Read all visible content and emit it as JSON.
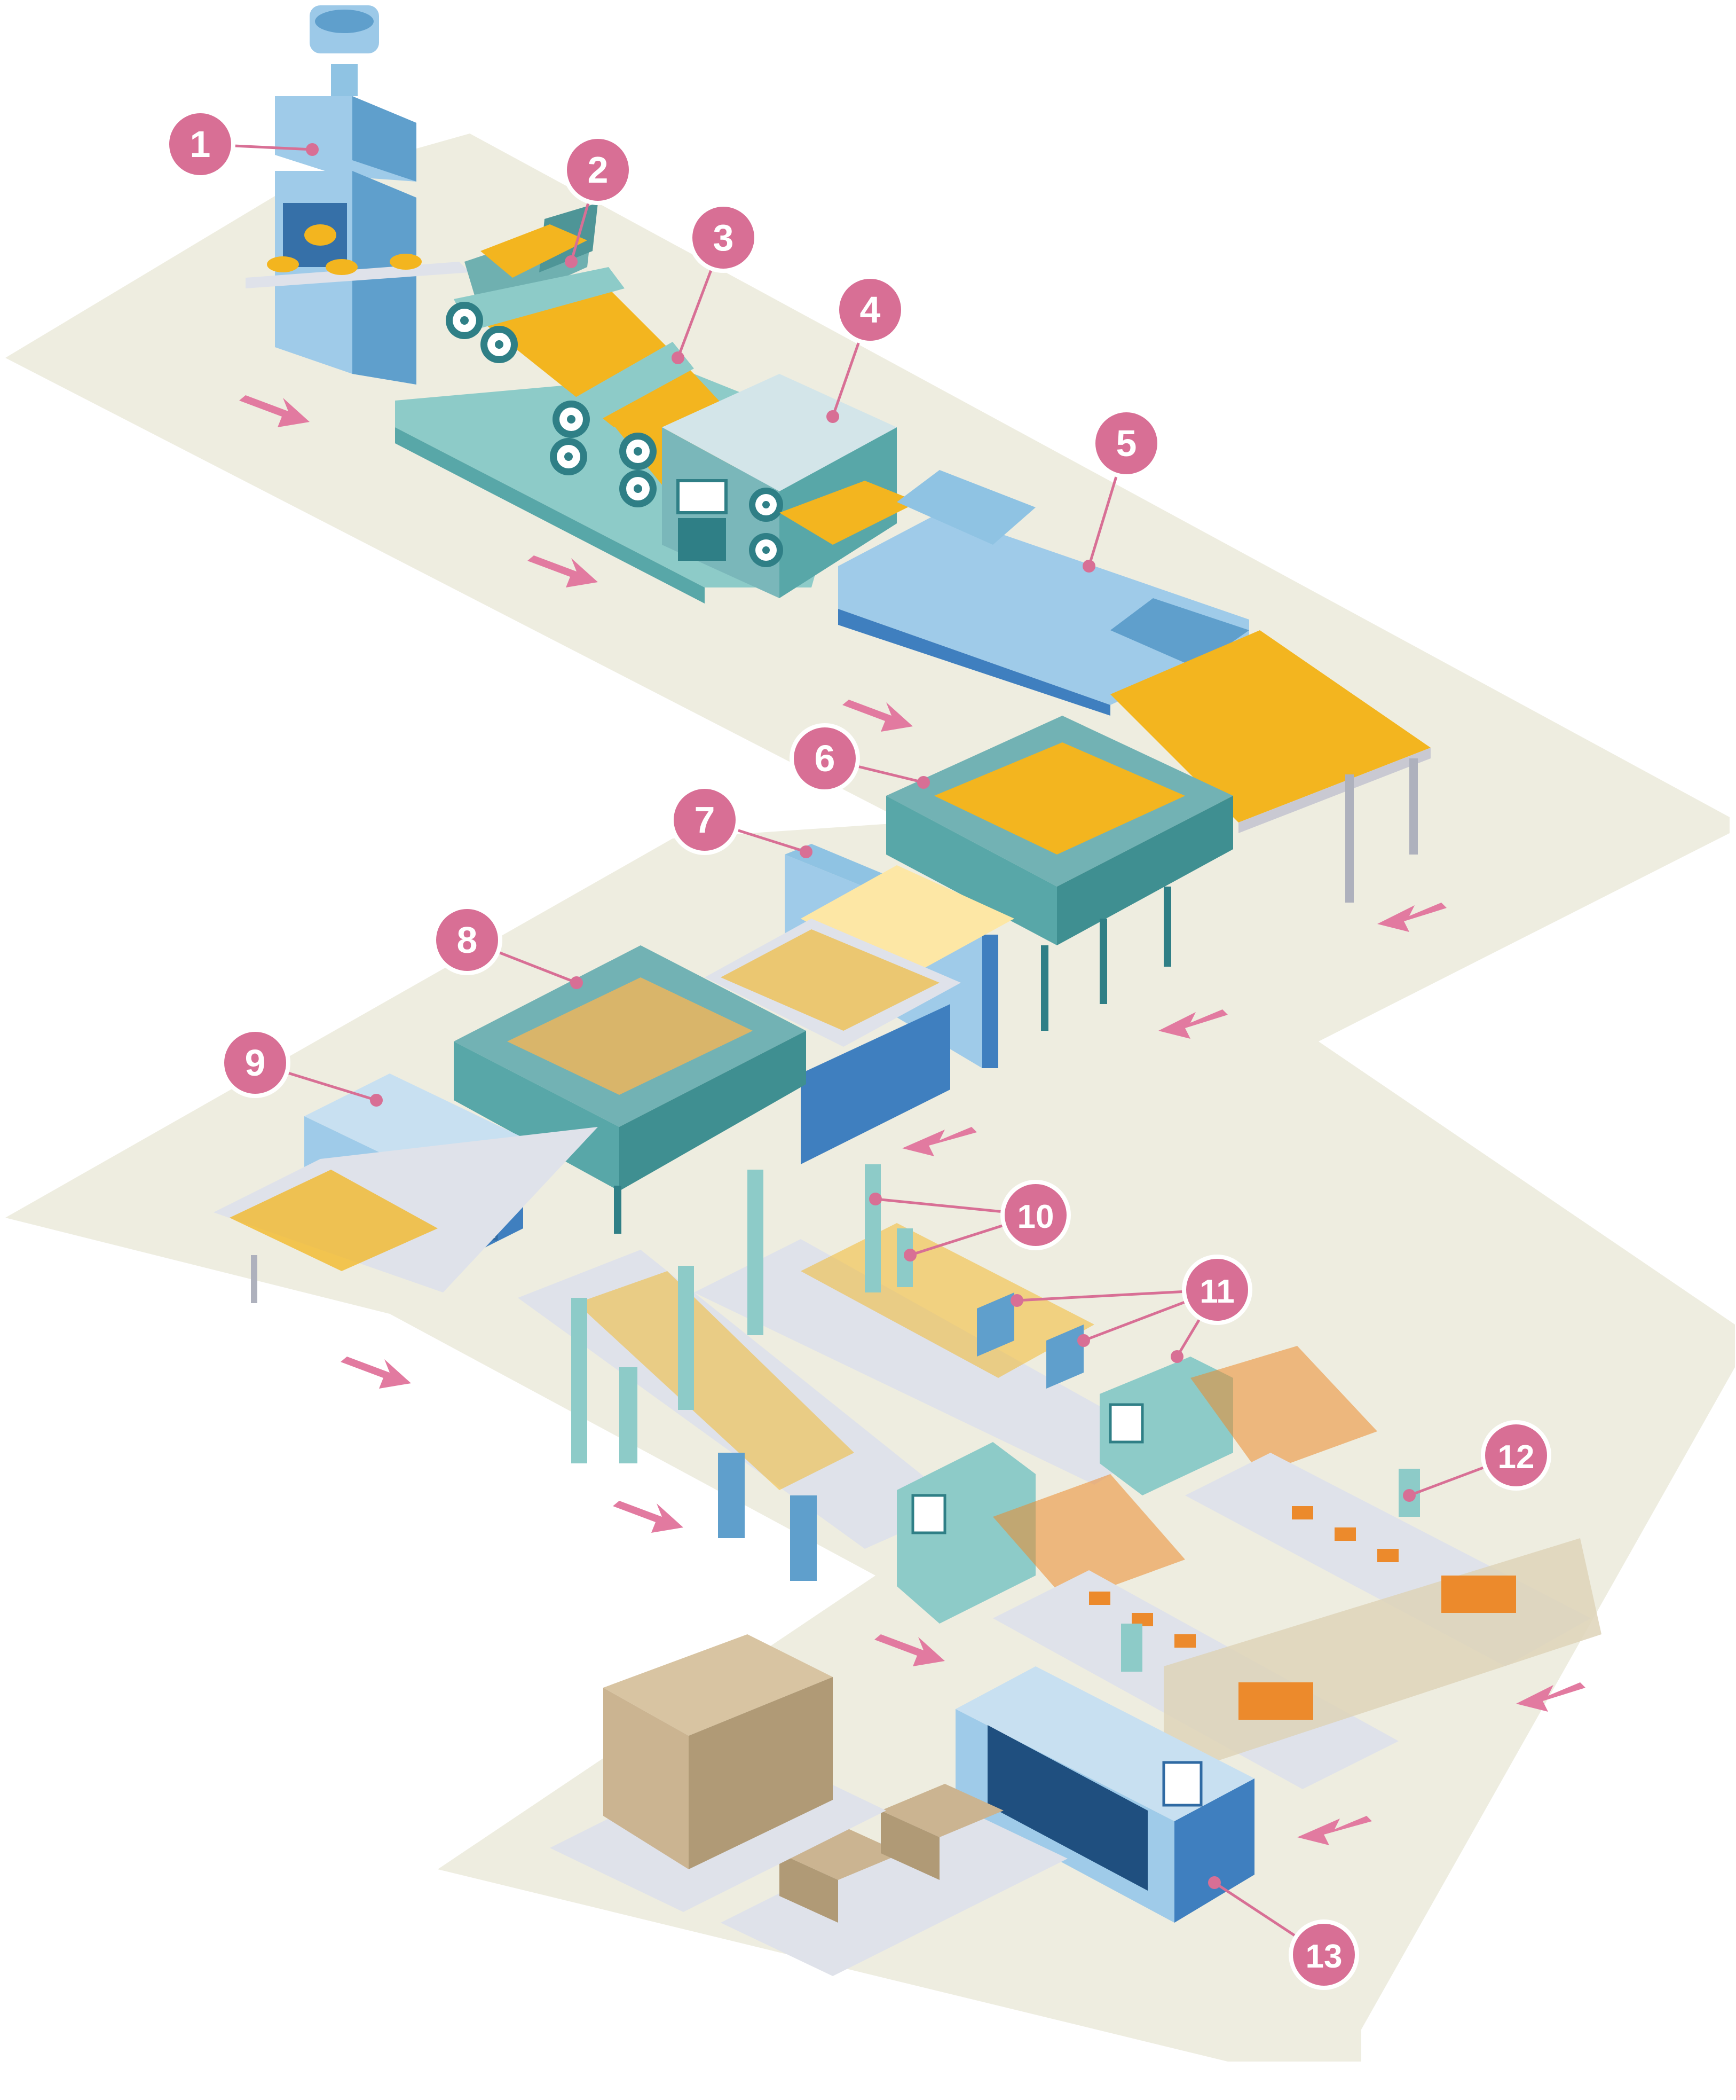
{
  "diagram": {
    "callouts": [
      {
        "label": "1",
        "target": "dough-mixer"
      },
      {
        "label": "2",
        "target": "dough-feeder"
      },
      {
        "label": "3",
        "target": "compound-rollers"
      },
      {
        "label": "4",
        "target": "cutter-slitter"
      },
      {
        "label": "5",
        "target": "steamer"
      },
      {
        "label": "6",
        "target": "fryer"
      },
      {
        "label": "7",
        "target": "cutting-conveyor"
      },
      {
        "label": "8",
        "target": "molding-fryer"
      },
      {
        "label": "9",
        "target": "cooling-tunnel"
      },
      {
        "label": "10",
        "target": "seasoning-sensors"
      },
      {
        "label": "11",
        "target": "packaging-machines"
      },
      {
        "label": "12",
        "target": "packet-inspection"
      },
      {
        "label": "13",
        "target": "boxing-machine"
      }
    ],
    "colors": {
      "floor": "#eeede0",
      "machine_blue": "#8fc3e3",
      "machine_teal": "#58a7a8",
      "conveyor": "#dfe2ea",
      "noodle": "#f3b51f",
      "packet": "#ec8a2c",
      "box": "#cbb491",
      "callout": "#d86f95",
      "arrow": "#e27aa0"
    }
  }
}
